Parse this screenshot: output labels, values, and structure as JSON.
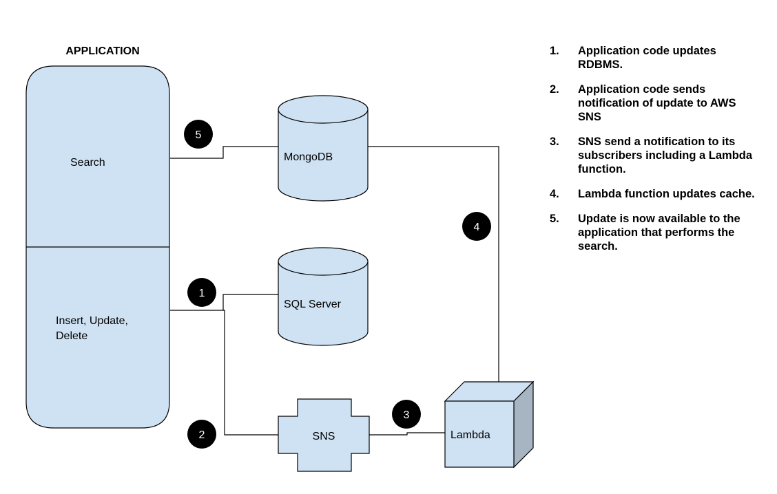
{
  "application": {
    "title": "APPLICATION",
    "search_label": "Search",
    "crud_label_line1": "Insert, Update,",
    "crud_label_line2": "Delete"
  },
  "nodes": {
    "mongodb": "MongoDB",
    "sql_server": "SQL Server",
    "sns": "SNS",
    "lambda": "Lambda"
  },
  "badges": {
    "step1": "1",
    "step2": "2",
    "step3": "3",
    "step4": "4",
    "step5": "5"
  },
  "legend": {
    "items": [
      {
        "num": "1.",
        "text": "Application code updates RDBMS."
      },
      {
        "num": "2.",
        "text": "Application code sends notification of update to AWS SNS"
      },
      {
        "num": "3.",
        "text": "SNS send a notification to its subscribers including a Lambda function."
      },
      {
        "num": "4.",
        "text": "Lambda function updates cache."
      },
      {
        "num": "5.",
        "text": "Update is now available to the application that performs the search."
      }
    ]
  },
  "colors": {
    "shape_fill": "#cfe2f3",
    "lambda_side": "#a7b4c2",
    "badge_fill": "#000000",
    "line": "#000000"
  }
}
